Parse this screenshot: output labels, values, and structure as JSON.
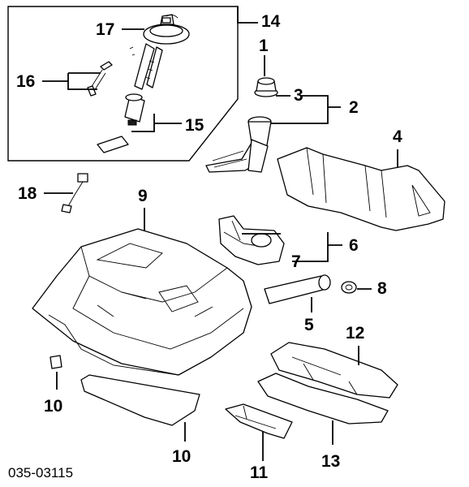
{
  "diagram_code": "035-03115",
  "callouts": {
    "c1": "1",
    "c2": "2",
    "c3": "3",
    "c4": "4",
    "c5": "5",
    "c6": "6",
    "c7": "7",
    "c8": "8",
    "c9": "9",
    "c10a": "10",
    "c10b": "10",
    "c11": "11",
    "c12": "12",
    "c13": "13",
    "c14": "14",
    "c15": "15",
    "c16": "16",
    "c17": "17",
    "c18": "18"
  }
}
